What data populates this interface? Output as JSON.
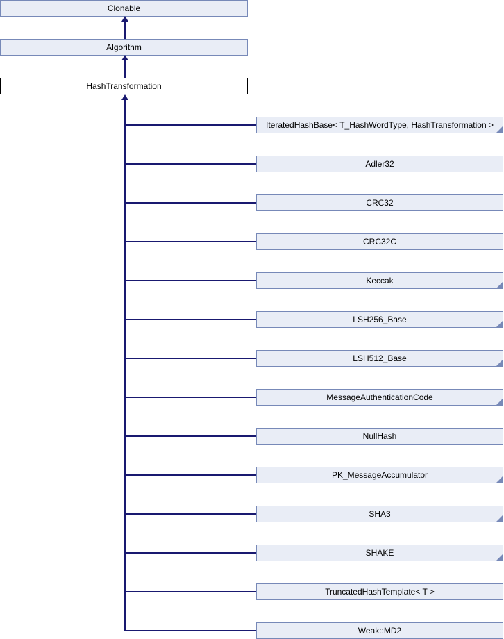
{
  "nodes": {
    "ancestors": [
      {
        "label": "Clonable"
      },
      {
        "label": "Algorithm"
      }
    ],
    "focus": {
      "label": "HashTransformation"
    },
    "derived": [
      {
        "label": "IteratedHashBase< T_HashWordType, HashTransformation >",
        "truncated": true
      },
      {
        "label": "Adler32",
        "truncated": false
      },
      {
        "label": "CRC32",
        "truncated": false
      },
      {
        "label": "CRC32C",
        "truncated": false
      },
      {
        "label": "Keccak",
        "truncated": true
      },
      {
        "label": "LSH256_Base",
        "truncated": true
      },
      {
        "label": "LSH512_Base",
        "truncated": true
      },
      {
        "label": "MessageAuthenticationCode",
        "truncated": true
      },
      {
        "label": "NullHash",
        "truncated": false
      },
      {
        "label": "PK_MessageAccumulator",
        "truncated": true
      },
      {
        "label": "SHA3",
        "truncated": true
      },
      {
        "label": "SHAKE",
        "truncated": true
      },
      {
        "label": "TruncatedHashTemplate< T >",
        "truncated": false
      },
      {
        "label": "Weak::MD2",
        "truncated": false
      }
    ]
  },
  "colors": {
    "node_fill": "#E9EDF6",
    "node_border": "#7789B8",
    "focus_fill": "#FFFFFF",
    "focus_border": "#000000",
    "edge": "#191970",
    "text": "#000000",
    "bg": "#FFFFFF"
  }
}
